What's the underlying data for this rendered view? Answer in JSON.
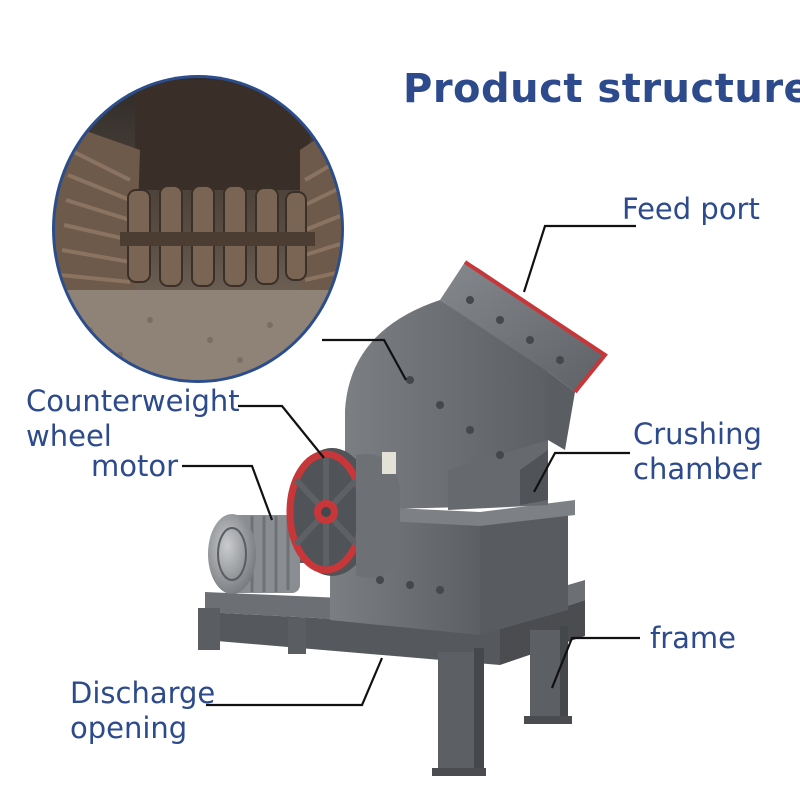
{
  "title": "Product structure",
  "labels": {
    "feed_port": "Feed port",
    "counterweight_wheel_line1": "Counterweight",
    "counterweight_wheel_line2": "wheel",
    "motor": "motor",
    "crushing_chamber_line1": "Crushing",
    "crushing_chamber_line2": "chamber",
    "frame": "frame",
    "discharge_opening_line1": "Discharge",
    "discharge_opening_line2": "opening"
  },
  "colors": {
    "title_text": "#2d4a8c",
    "label_text": "#2d4a8c",
    "leader_lines": "#111111",
    "inset_border": "#2c4d8c",
    "machine_body": "#6b6e73",
    "machine_trim": "#c7373a"
  }
}
